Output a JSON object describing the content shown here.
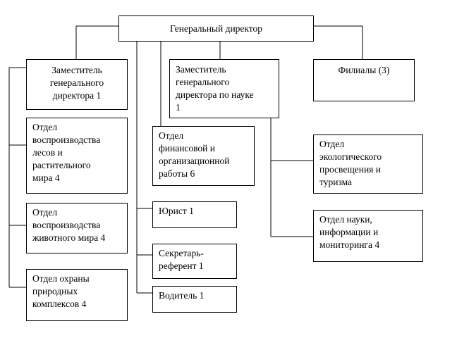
{
  "org_chart": {
    "top": "Генеральный директор",
    "deputy_general": "Заместитель\nгенерального\nдиректора 1",
    "deputy_science": "Заместитель\nгенерального\nдиректора по науке\n1",
    "branches": "Филиалы (3)",
    "dept_forest": "Отдел\nвоспроизводства\nлесов и\nрастительного\nмира 4",
    "dept_fauna": "Отдел\nвоспроизводства\nживотного мира 4",
    "dept_nature": "Отдел охраны\nприродных\nкомплексов 4",
    "dept_finance": "Отдел\nфинансовой и\nорганизационной\nработы 6",
    "lawyer": "Юрист 1",
    "secretary": "Секретарь-\nреферент 1",
    "driver": "Водитель 1",
    "dept_ecology": "Отдел\nэкологического\nпросвещения и\nтуризма",
    "dept_science": "Отдел науки,\nинформации и\nмониторинга 4"
  }
}
